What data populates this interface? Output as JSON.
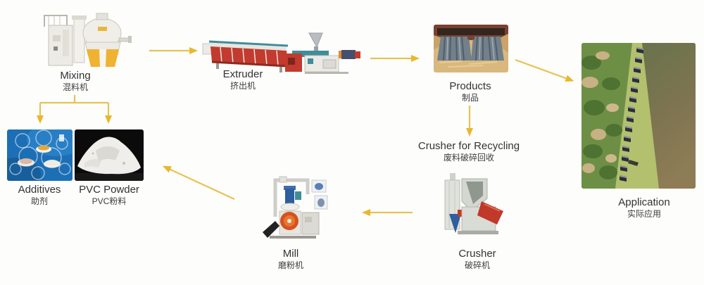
{
  "title": "PVC profile production and recycling process flow diagram",
  "colors": {
    "background": "#fdfdfc",
    "arrow": "#e6bd41",
    "label_text": "#3a3a3a"
  },
  "nodes": {
    "mixing": {
      "label_en": "Mixing",
      "label_zh": "混料机"
    },
    "extruder": {
      "label_en": "Extruder",
      "label_zh": "挤出机"
    },
    "products": {
      "label_en": "Products",
      "label_zh": "制品"
    },
    "application": {
      "label_en": "Application",
      "label_zh": "实际应用"
    },
    "crusher_for_recycling": {
      "label_en": "Crusher for Recycling",
      "label_zh": "废料破碎回收"
    },
    "crusher": {
      "label_en": "Crusher",
      "label_zh": "破碎机"
    },
    "mill": {
      "label_en": "Mill",
      "label_zh": "磨粉机"
    },
    "additives": {
      "label_en": "Additives",
      "label_zh": "助剂"
    },
    "pvc_powder": {
      "label_en": "PVC Powder",
      "label_zh": "PVC粉料"
    }
  },
  "edges": [
    {
      "from": "mixing",
      "to": "extruder"
    },
    {
      "from": "extruder",
      "to": "products"
    },
    {
      "from": "products",
      "to": "application"
    },
    {
      "from": "products",
      "to": "crusher_for_recycling"
    },
    {
      "from": "crusher",
      "to": "mill"
    },
    {
      "from": "mill",
      "to": "pvc_powder"
    },
    {
      "from": "mixing",
      "to": "additives"
    },
    {
      "from": "mixing",
      "to": "pvc_powder"
    }
  ]
}
